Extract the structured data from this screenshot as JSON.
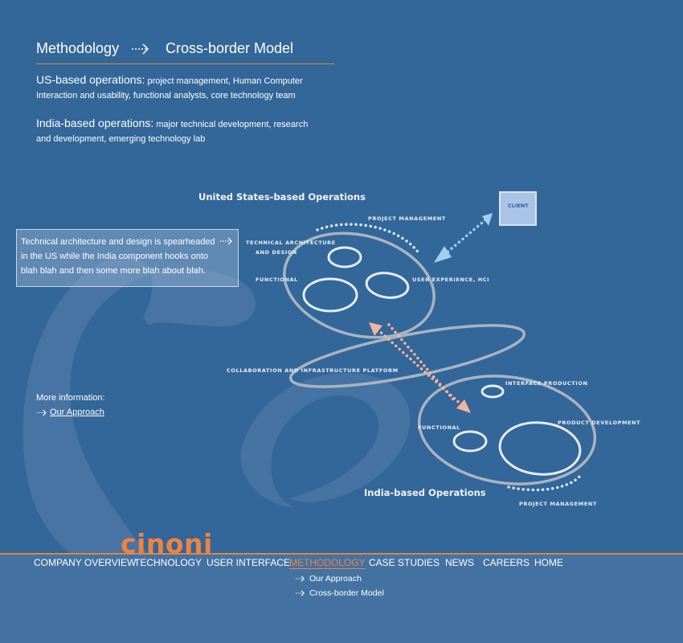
{
  "header": {
    "title": "Methodology",
    "subtitle": "Cross-border Model"
  },
  "operations": [
    {
      "lead": "US-based operations:",
      "text": " project management, Human Computer Interaction and usability, functional analysts, core technology team"
    },
    {
      "lead": "India-based operations:",
      "text": " major technical development, research and development, emerging technology lab"
    }
  ],
  "callout": {
    "text": "Technical architecture and design is spearheaded in the US while the India component hooks onto blah blah and then some more blah about blah."
  },
  "more_info": {
    "label": "More information:",
    "link": "Our Approach"
  },
  "diagram": {
    "us_title": "United States-based Operations",
    "india_title": "India-based Operations",
    "client": "CLIENT",
    "us_labels": {
      "project_management": "PROJECT MANAGEMENT",
      "tech_arch_1": "TECHNICAL ARCHITECTURE",
      "tech_arch_2": "AND DESIGN",
      "functional": "FUNCTIONAL",
      "user_experience": "USER EXPERIENCE, HCI"
    },
    "platform": "COLLABORATION AND INFRASTRUCTURE PLATFORM",
    "india_labels": {
      "interface_production": "INTERFACE PRODUCTION",
      "functional": "FUNCTIONAL",
      "product_development": "PRODUCT DEVELOPMENT",
      "project_management": "PROJECT MANAGEMENT"
    },
    "colors": {
      "us_arrow": "#9fd0f0",
      "india_arrow": "#f4b39c",
      "ring": "#a8b4c2",
      "accent": "#e3843e"
    }
  },
  "brand": {
    "logo": "cinoni"
  },
  "nav": {
    "items": [
      "COMPANY OVERVIEW",
      "TECHNOLOGY",
      "USER INTERFACE",
      "METHODOLOGY",
      "CASE STUDIES",
      "NEWS",
      "CAREERS",
      "HOME"
    ],
    "active": "METHODOLOGY",
    "sub_items": [
      "Our Approach",
      "Cross-border Model"
    ]
  },
  "icons": {
    "dotted_arrow": "dotted-arrow-icon"
  }
}
